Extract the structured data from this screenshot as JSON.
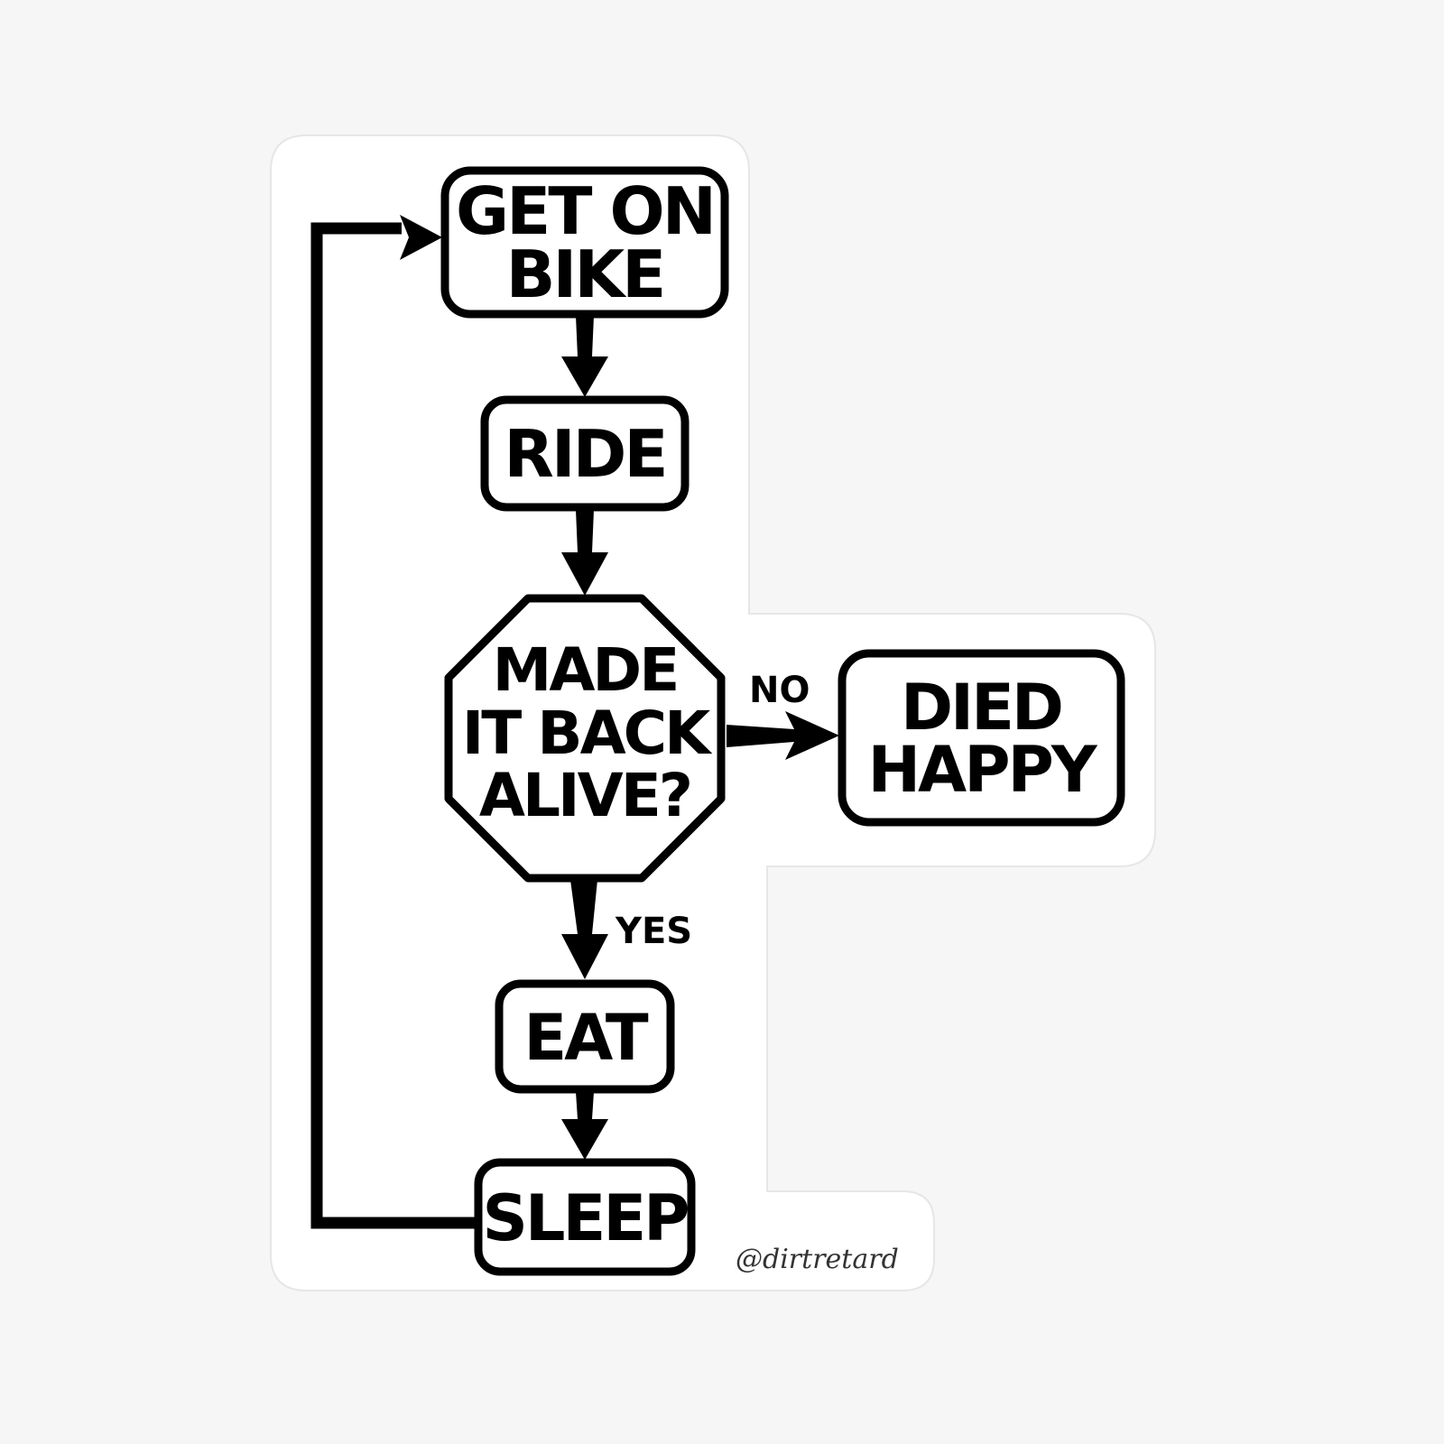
{
  "diagram": {
    "nodes": [
      {
        "id": "get-on-bike",
        "shape": "rounded-rect",
        "lines": [
          "GET ON",
          "BIKE"
        ]
      },
      {
        "id": "ride",
        "shape": "rounded-rect",
        "lines": [
          "RIDE"
        ]
      },
      {
        "id": "made-it-back",
        "shape": "octagon",
        "lines": [
          "MADE",
          "IT BACK",
          "ALIVE?"
        ]
      },
      {
        "id": "died-happy",
        "shape": "rounded-rect",
        "lines": [
          "DIED",
          "HAPPY"
        ]
      },
      {
        "id": "eat",
        "shape": "rounded-rect",
        "lines": [
          "EAT"
        ]
      },
      {
        "id": "sleep",
        "shape": "rounded-rect",
        "lines": [
          "SLEEP"
        ]
      }
    ],
    "edges": [
      {
        "from": "get-on-bike",
        "to": "ride",
        "label": ""
      },
      {
        "from": "ride",
        "to": "made-it-back",
        "label": ""
      },
      {
        "from": "made-it-back",
        "to": "died-happy",
        "label": "NO"
      },
      {
        "from": "made-it-back",
        "to": "eat",
        "label": "YES"
      },
      {
        "from": "eat",
        "to": "sleep",
        "label": ""
      },
      {
        "from": "sleep",
        "to": "get-on-bike",
        "label": ""
      }
    ],
    "signature": "@dirtretard",
    "colors": {
      "ink": "#000000",
      "sticker": "#ffffff",
      "background": "#f6f6f6"
    }
  }
}
